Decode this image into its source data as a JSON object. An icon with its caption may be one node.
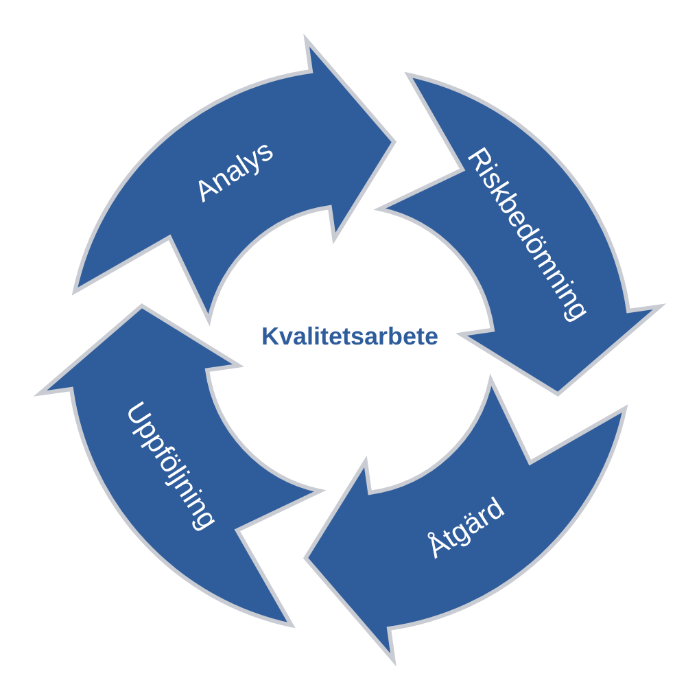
{
  "diagram": {
    "nodes": [
      {
        "text": [
          "Analys"
        ]
      },
      {
        "text": [
          "Riskbedömning"
        ]
      },
      {
        "text": [
          "Åtgärd"
        ]
      },
      {
        "text": [
          "Uppföljning"
        ]
      }
    ],
    "labels": [
      "Kvalitetsarbete"
    ]
  }
}
